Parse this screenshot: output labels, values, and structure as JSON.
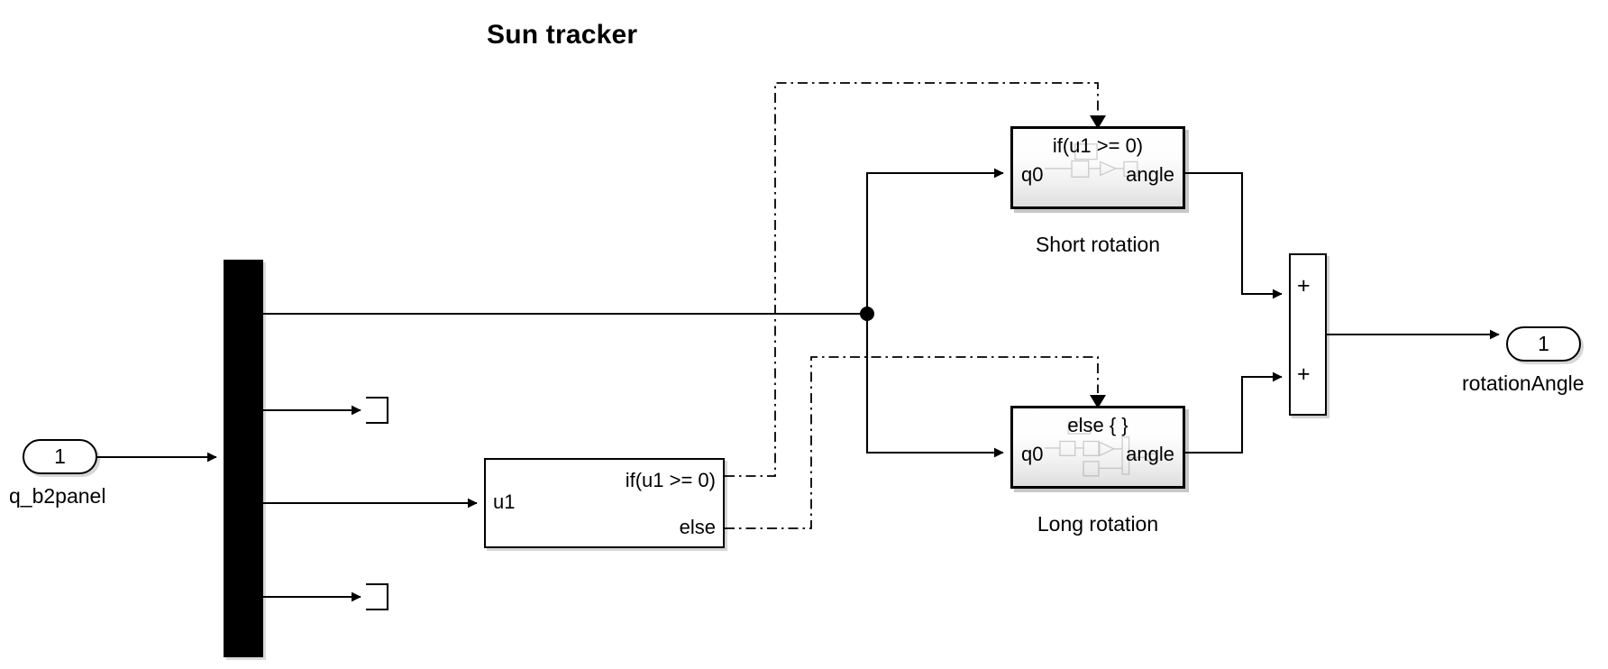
{
  "diagram": {
    "title": "Sun tracker",
    "type": "simulink-block-diagram"
  },
  "inports": [
    {
      "number": "1",
      "label": "q_b2panel"
    }
  ],
  "outports": [
    {
      "number": "1",
      "label": "rotationAngle"
    }
  ],
  "blocks": {
    "bus_selector": {
      "name": "bus-selector",
      "outputs": 4
    },
    "if_block": {
      "input_label": "u1",
      "condition_if": "if(u1 >= 0)",
      "condition_else": "else"
    },
    "short_rotation": {
      "caption": "Short rotation",
      "condition": "if(u1 >= 0)",
      "input_port": "q0",
      "output_port": "angle"
    },
    "long_rotation": {
      "caption": "Long rotation",
      "condition": "else { }",
      "input_port": "q0",
      "output_port": "angle"
    },
    "sum": {
      "sign_top": "+",
      "sign_bottom": "+"
    },
    "terminators": [
      {
        "name": "terminator-upper"
      },
      {
        "name": "terminator-lower"
      }
    ]
  },
  "colors": {
    "line": "#000000",
    "background": "#ffffff",
    "block_fill_top": "#ffffff",
    "block_fill_bottom": "#dedede",
    "bus_selector_fill": "#000000"
  }
}
